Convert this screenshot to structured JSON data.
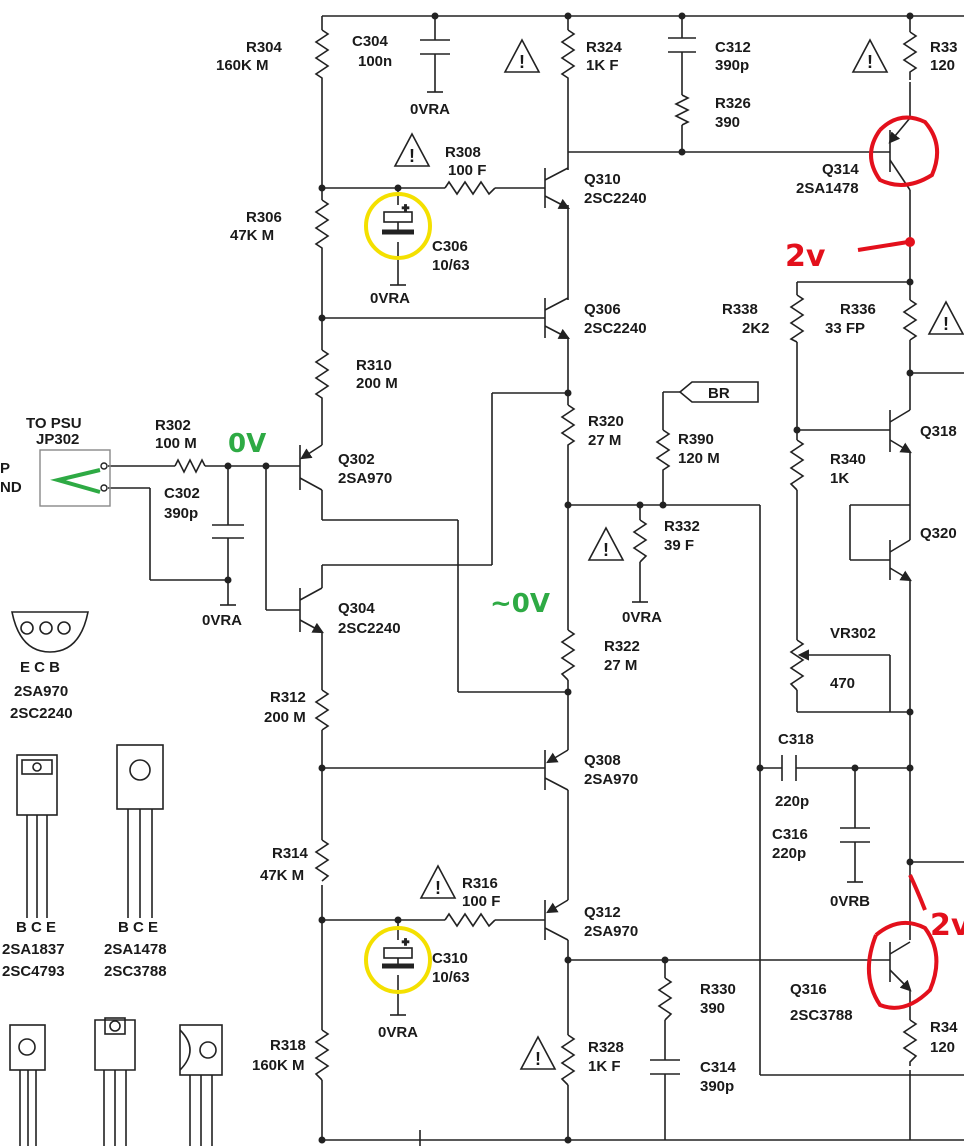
{
  "components": {
    "r304": {
      "ref": "R304",
      "val": "160K M"
    },
    "c304": {
      "ref": "C304",
      "val": "100n"
    },
    "r324": {
      "ref": "R324",
      "val": "1K F"
    },
    "c312": {
      "ref": "C312",
      "val": "390p"
    },
    "r326": {
      "ref": "R326",
      "val": "390"
    },
    "r33x": {
      "ref": "R33",
      "val": "120"
    },
    "r308": {
      "ref": "R308",
      "val": "100 F"
    },
    "q310": {
      "ref": "Q310",
      "val": "2SC2240"
    },
    "q314": {
      "ref": "Q314",
      "val": "2SA1478"
    },
    "r306": {
      "ref": "R306",
      "val": "47K M"
    },
    "c306": {
      "ref": "C306",
      "val": "10/63"
    },
    "q306": {
      "ref": "Q306",
      "val": "2SC2240"
    },
    "r338": {
      "ref": "R338",
      "val": "2K2"
    },
    "r336": {
      "ref": "R336",
      "val": "33 FP"
    },
    "r310": {
      "ref": "R310",
      "val": "200 M"
    },
    "r302": {
      "ref": "R302",
      "val": "100 M"
    },
    "c302": {
      "ref": "C302",
      "val": "390p"
    },
    "q302": {
      "ref": "Q302",
      "val": "2SA970"
    },
    "r320": {
      "ref": "R320",
      "val": "27 M"
    },
    "r390": {
      "ref": "R390",
      "val": "120 M"
    },
    "q318": {
      "ref": "Q318",
      "val": ""
    },
    "r340": {
      "ref": "R340",
      "val": "1K"
    },
    "r332": {
      "ref": "R332",
      "val": "39 F"
    },
    "q320": {
      "ref": "Q320",
      "val": ""
    },
    "q304": {
      "ref": "Q304",
      "val": "2SC2240"
    },
    "r322": {
      "ref": "R322",
      "val": "27 M"
    },
    "vr302": {
      "ref": "VR302",
      "val": "470"
    },
    "r312": {
      "ref": "R312",
      "val": "200 M"
    },
    "q308": {
      "ref": "Q308",
      "val": "2SA970"
    },
    "c318": {
      "ref": "C318",
      "val": "220p"
    },
    "c316": {
      "ref": "C316",
      "val": "220p"
    },
    "r314": {
      "ref": "R314",
      "val": "47K M"
    },
    "r316": {
      "ref": "R316",
      "val": "100 F"
    },
    "q312": {
      "ref": "Q312",
      "val": "2SA970"
    },
    "c310": {
      "ref": "C310",
      "val": "10/63"
    },
    "r330": {
      "ref": "R330",
      "val": "390"
    },
    "q316": {
      "ref": "Q316",
      "val": "2SC3788"
    },
    "r34x": {
      "ref": "R34",
      "val": "120"
    },
    "r318": {
      "ref": "R318",
      "val": "160K M"
    },
    "r328": {
      "ref": "R328",
      "val": "1K F"
    },
    "c314": {
      "ref": "C314",
      "val": "390p"
    }
  },
  "labels": {
    "gnd_a": "0VRA",
    "gnd_b": "0VRB",
    "br_tag": "BR",
    "to_psu": "TO PSU",
    "jp302": "JP302",
    "edge_p": "P",
    "edge_nd": "ND"
  },
  "pinouts": {
    "to92_pins": "E C B",
    "to92_part1": "2SA970",
    "to92_part2": "2SC2240",
    "to220_pins": "B C E",
    "to220_part1": "2SA1837",
    "to220_part2": "2SC4793",
    "to3p_pins": "B C E",
    "to3p_part1": "2SA1478",
    "to3p_part2": "2SC3788"
  },
  "annotations": {
    "v_input": "0V",
    "v_mid": "~0V",
    "v_top": "2v",
    "v_bottom": "2v"
  },
  "colors": {
    "annotation_green": "#2eaa44",
    "annotation_red": "#e3101c",
    "highlight_yellow": "#f4e000"
  }
}
